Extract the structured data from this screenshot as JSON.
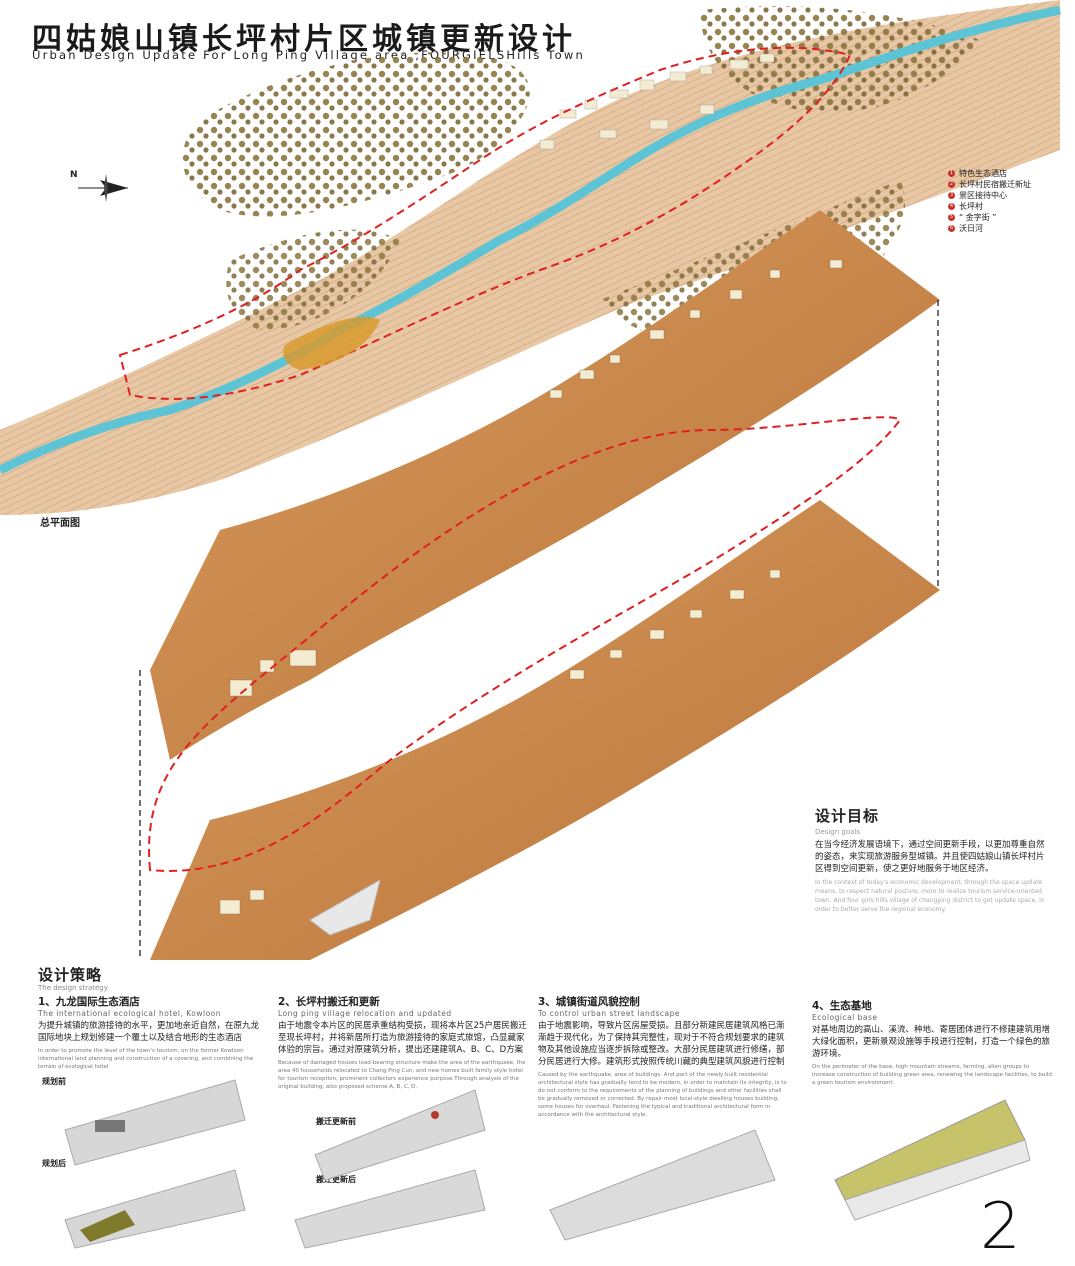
{
  "title_cn": "四姑娘山镇长坪村片区城镇更新设计",
  "title_en": "Urban Design Update For Long Ping Village area ,FOURGIELSHills Town",
  "compass_label": "N",
  "plan_label": "总平面图",
  "legend": [
    {
      "num": "1",
      "label": "特色生态酒店"
    },
    {
      "num": "2",
      "label": "长坪村民宿搬迁新址"
    },
    {
      "num": "3",
      "label": "景区接待中心"
    },
    {
      "num": "4",
      "label": "长坪村"
    },
    {
      "num": "5",
      "label": "“ 金字街 ”"
    },
    {
      "num": "6",
      "label": "沃日河"
    }
  ],
  "goals": {
    "title": "设计目标",
    "title_en": "Design goals",
    "body_cn": "在当今经济发展语境下，通过空间更新手段，以更加尊重自然的姿态，来实现旅游服务型城镇。并且使四姑娘山镇长坪村片区得到空间更新，使之更好地服务于地区经济。",
    "body_en": "In the context of today's economic development, through the space update means, to respect natural posture, more to realize tourism service-oriented town. And four girls hills village of changping district to get update space, in order to better serve the regional economy."
  },
  "strategy": {
    "title": "设计策略",
    "title_en": "The design strategy",
    "items": [
      {
        "heading": "1、九龙国际生态酒店",
        "heading_en": "The international ecological hotel, Kowloon",
        "body_cn": "为提升城镇的旅游接待的水平，更加地亲近自然，在原九龙国际地块上规划修建一个覆土以及结合地形的生态酒店",
        "body_en": "In order to promote the level of the town's tourism, on the former Kowloon international land planning and construction of a covering, and combining the terrain of ecological hotel",
        "before_label": "规划前",
        "after_label": "规划后"
      },
      {
        "heading": "2、长坪村搬迁和更新",
        "heading_en": "Long ping village relocation and updated",
        "body_cn": "由于地震令本片区的民居承重结构受损，现将本片区25户居民搬迁至现长坪村，并将新居所打造为旅游接待的家庭式旅馆，凸显藏家体验的宗旨。通过对原建筑分析，提出还建建筑A、B、C、D方案",
        "body_en": "Because of damaged houses load-bearing structure make the area of the earthquake, the area 40 households relocated to Chang Ping Cun, and new homes built family style hotel for tourism reception, prominent collectors experience purpose.Through analysis of the original building, also proposed scheme A, B, C, D.",
        "before_label": "搬迁更新前",
        "after_label": "搬迁更新后"
      },
      {
        "heading": "3、城镇街道风貌控制",
        "heading_en": "To control urban street landscape",
        "body_cn": "由于地震影响，导致片区房屋受损。且部分新建民居建筑风格已渐渐趋于现代化，为了保持其完整性，现对于不符合规划要求的建筑物及其他设施应当逐步拆除或整改。大部分民居建筑进行修缮，部分民居进行大修。建筑形式按照传统川藏的典型建筑风貌进行控制",
        "body_en": "Caused by the earthquake, area of buildings. And part of the newly built residential architectural style has gradually tend to be modern, in order to maintain its integrity, is to do not conform to the requirements of the planning of buildings and other facilities shall be gradually removed or corrected. By repair most local-style dwelling houses building, some houses for overhaul. Fastening the typical and traditional architectural form in accordance with the architectural style."
      },
      {
        "heading": "4、生态基地",
        "heading_en": "Ecological base",
        "body_cn": "对基地周边的高山、溪流、种地、寄居团体进行不修建建筑用增大绿化面积，更新景观设施等手段进行控制，打造一个绿色的旅游环境。",
        "body_en": "On the perimeter of the base, high mountain streams, farming, alien groups to increase construction of building green area, renewing the landscape facilities, to build a green tourism environment."
      }
    ]
  },
  "page_number": "2",
  "colors": {
    "terrain": "#c98a4a",
    "terrain_dark": "#a66a32",
    "river": "#5cc4d4",
    "boundary": "#e02020",
    "tree": "#8c7540",
    "building": "#f4ecd2"
  }
}
